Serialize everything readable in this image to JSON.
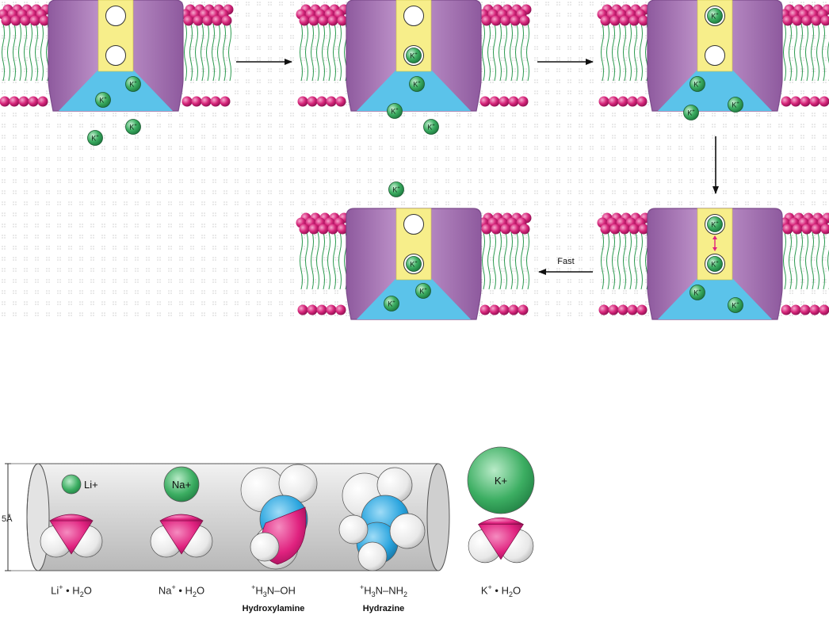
{
  "diagram": {
    "ion_label": "K+",
    "fast_label": "Fast",
    "colors": {
      "lipid_head": "#d6257a",
      "lipid_tail": "#2b9a4f",
      "channel": "#a86fb5",
      "channel_dark": "#7d4c8c",
      "filter": "#f7ee8a",
      "vestibule": "#5bc3ea",
      "ion": "#3cae62",
      "oxygen": "#e0227f",
      "nitrogen": "#29a4de",
      "hydrogen": "#f2f2f2",
      "tube": "#d0d0d0",
      "background_dots": "#c8c8c8"
    }
  },
  "bottom": {
    "scale_label": "5Å",
    "ions": [
      "Li+",
      "Na+",
      "K+"
    ],
    "molecules": [
      {
        "formula_parts": [
          "Li",
          "+",
          " • H",
          "2",
          "O"
        ]
      },
      {
        "formula_parts": [
          "Na",
          "+",
          " • H",
          "2",
          "O"
        ]
      },
      {
        "formula_parts": [
          "+",
          "H",
          "3",
          "N–OH"
        ],
        "name": "Hydroxylamine"
      },
      {
        "formula_parts": [
          "+",
          "H",
          "3",
          "N–NH",
          "2"
        ],
        "name": "Hydrazine"
      },
      {
        "formula_parts": [
          "K",
          "+",
          " • H",
          "2",
          "O"
        ]
      }
    ]
  }
}
